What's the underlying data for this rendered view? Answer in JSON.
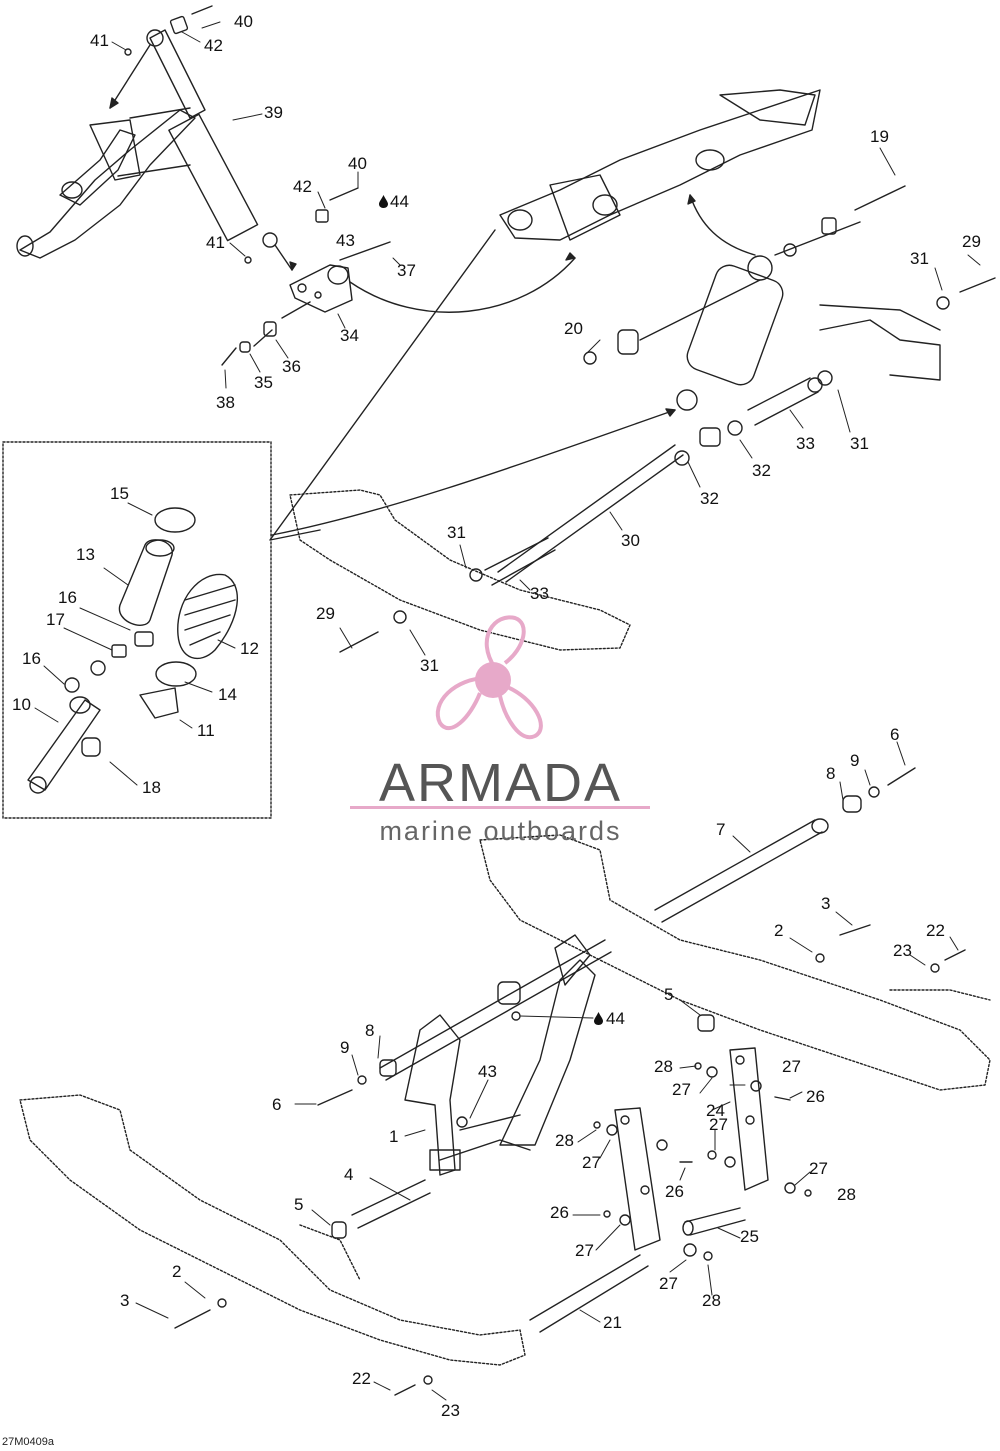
{
  "diagram_code": "27M0409a",
  "watermark": {
    "brand": "ARMADA",
    "tagline": "marine outboards",
    "accent_color": "#e7a9c9"
  },
  "callouts": [
    {
      "id": "c40a",
      "text": "40"
    },
    {
      "id": "c42a",
      "text": "42"
    },
    {
      "id": "c41a",
      "text": "41"
    },
    {
      "id": "c39",
      "text": "39"
    },
    {
      "id": "c40b",
      "text": "40"
    },
    {
      "id": "c42b",
      "text": "42"
    },
    {
      "id": "c44a",
      "text": "44"
    },
    {
      "id": "c43a",
      "text": "43"
    },
    {
      "id": "c41b",
      "text": "41"
    },
    {
      "id": "c37",
      "text": "37"
    },
    {
      "id": "c34",
      "text": "34"
    },
    {
      "id": "c36",
      "text": "36"
    },
    {
      "id": "c35",
      "text": "35"
    },
    {
      "id": "c38",
      "text": "38"
    },
    {
      "id": "c19",
      "text": "19"
    },
    {
      "id": "c29a",
      "text": "29"
    },
    {
      "id": "c31a",
      "text": "31"
    },
    {
      "id": "c20",
      "text": "20"
    },
    {
      "id": "c33a",
      "text": "33"
    },
    {
      "id": "c31b",
      "text": "31"
    },
    {
      "id": "c32a",
      "text": "32"
    },
    {
      "id": "c32b",
      "text": "32"
    },
    {
      "id": "c30",
      "text": "30"
    },
    {
      "id": "c31c",
      "text": "31"
    },
    {
      "id": "c33b",
      "text": "33"
    },
    {
      "id": "c29b",
      "text": "29"
    },
    {
      "id": "c31d",
      "text": "31"
    },
    {
      "id": "c15",
      "text": "15"
    },
    {
      "id": "c13",
      "text": "13"
    },
    {
      "id": "c16a",
      "text": "16"
    },
    {
      "id": "c17",
      "text": "17"
    },
    {
      "id": "c12",
      "text": "12"
    },
    {
      "id": "c16b",
      "text": "16"
    },
    {
      "id": "c14",
      "text": "14"
    },
    {
      "id": "c10",
      "text": "10"
    },
    {
      "id": "c11",
      "text": "11"
    },
    {
      "id": "c18",
      "text": "18"
    },
    {
      "id": "c6a",
      "text": "6"
    },
    {
      "id": "c8a",
      "text": "8"
    },
    {
      "id": "c9a",
      "text": "9"
    },
    {
      "id": "c7",
      "text": "7"
    },
    {
      "id": "c3a",
      "text": "3"
    },
    {
      "id": "c2a",
      "text": "2"
    },
    {
      "id": "c22a",
      "text": "22"
    },
    {
      "id": "c23a",
      "text": "23"
    },
    {
      "id": "c5a",
      "text": "5"
    },
    {
      "id": "c44b",
      "text": "44"
    },
    {
      "id": "c8b",
      "text": "8"
    },
    {
      "id": "c9b",
      "text": "9"
    },
    {
      "id": "c43b",
      "text": "43"
    },
    {
      "id": "c6b",
      "text": "6"
    },
    {
      "id": "c28a",
      "text": "28"
    },
    {
      "id": "c27a",
      "text": "27"
    },
    {
      "id": "c27b",
      "text": "27"
    },
    {
      "id": "c24",
      "text": "24"
    },
    {
      "id": "c26a",
      "text": "26"
    },
    {
      "id": "c1",
      "text": "1"
    },
    {
      "id": "c28b",
      "text": "28"
    },
    {
      "id": "c27c",
      "text": "27"
    },
    {
      "id": "c27d",
      "text": "27"
    },
    {
      "id": "c26b",
      "text": "26"
    },
    {
      "id": "c27e",
      "text": "27"
    },
    {
      "id": "c28c",
      "text": "28"
    },
    {
      "id": "c4",
      "text": "4"
    },
    {
      "id": "c5b",
      "text": "5"
    },
    {
      "id": "c26c",
      "text": "26"
    },
    {
      "id": "c25",
      "text": "25"
    },
    {
      "id": "c27f",
      "text": "27"
    },
    {
      "id": "c27g",
      "text": "27"
    },
    {
      "id": "c28d",
      "text": "28"
    },
    {
      "id": "c2b",
      "text": "2"
    },
    {
      "id": "c3b",
      "text": "3"
    },
    {
      "id": "c21",
      "text": "21"
    },
    {
      "id": "c22b",
      "text": "22"
    },
    {
      "id": "c23b",
      "text": "23"
    }
  ]
}
